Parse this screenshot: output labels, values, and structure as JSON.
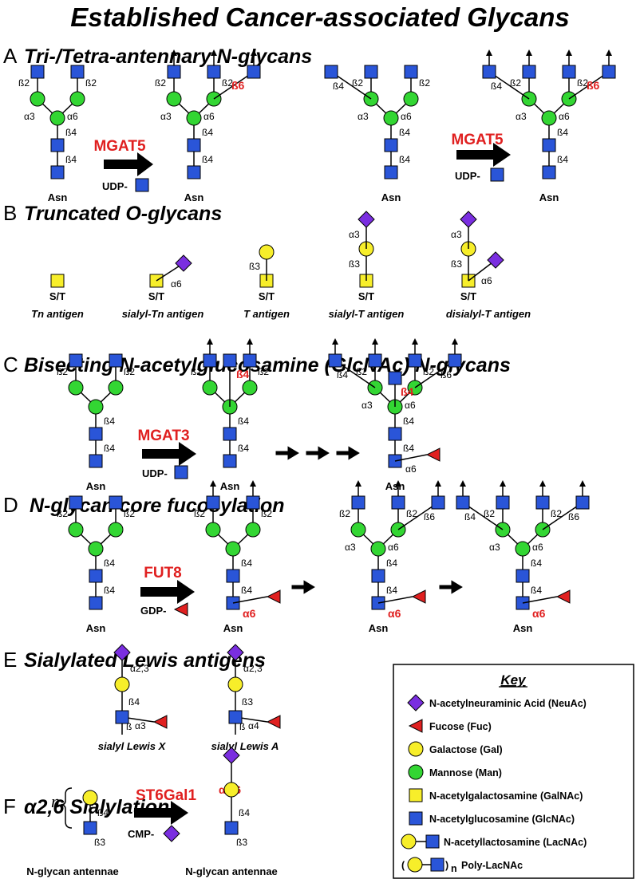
{
  "title": "Established Cancer-associated Glycans",
  "sections": {
    "A": {
      "letter": "A",
      "title": "Tri-/Tetra-antennary N-glycans",
      "enzyme": "MGAT5",
      "donor": "UDP-",
      "enzyme2": "MGAT5",
      "donor2": "UDP-"
    },
    "B": {
      "letter": "B",
      "title": "Truncated O-glycans",
      "captions": [
        "Tn antigen",
        "sialyl-Tn antigen",
        "T antigen",
        "sialyl-T antigen",
        "disialyl-T antigen"
      ],
      "site": "S/T"
    },
    "C": {
      "letter": "C",
      "title": "Bisecting N-acetylglucosamine (GlcNAc) N-glycans",
      "enzyme": "MGAT3",
      "donor": "UDP-"
    },
    "D": {
      "letter": "D",
      "title": "N-glycan core fucosylation",
      "enzyme": "FUT8",
      "donor": "GDP-"
    },
    "E": {
      "letter": "E",
      "title": "Sialylated Lewis antigens",
      "captions": [
        "sialyl Lewis X",
        "sialyl Lewis A"
      ]
    },
    "F": {
      "letter": "F",
      "title": "α2,6 Sialylation",
      "enzyme": "ST6Gal1",
      "donor": "CMP-",
      "n": "n",
      "caption_left": "N-glycan antennae",
      "caption_right": "N-glycan antennae",
      "red_link": "α2,6"
    }
  },
  "linkages": {
    "b2": "ß2",
    "b3": "ß3",
    "b4": "ß4",
    "b6": "ß6",
    "b": "ß",
    "a3": "α3",
    "a4": "α4",
    "a6": "α6",
    "a23": "α2,3",
    "asn": "Asn"
  },
  "key": {
    "title": "Key",
    "items": [
      {
        "icon": "diamond-purple-icon",
        "label": "N-acetylneuraminic Acid (NeuAc)"
      },
      {
        "icon": "triangle-red-icon",
        "label": "Fucose (Fuc)"
      },
      {
        "icon": "circle-yellow-icon",
        "label": "Galactose (Gal)"
      },
      {
        "icon": "circle-green-icon",
        "label": "Mannose (Man)"
      },
      {
        "icon": "square-yellow-icon",
        "label": "N-acetylgalactosamine (GalNAc)"
      },
      {
        "icon": "square-blue-icon",
        "label": "N-acetylglucosamine (GlcNAc)"
      },
      {
        "icon": "lacnac-icon",
        "label": "N-acetyllactosamine (LacNAc)"
      },
      {
        "icon": "poly-lacnac-icon",
        "label": "Poly-LacNAc",
        "prefix": "(",
        "suffix": ")",
        "sub": "n"
      }
    ]
  },
  "colors": {
    "blue": "#2a55d8",
    "green": "#33d633",
    "yellow": "#f7ee2a",
    "purple": "#7a2ee0",
    "red": "#e02020",
    "black": "#000000"
  }
}
